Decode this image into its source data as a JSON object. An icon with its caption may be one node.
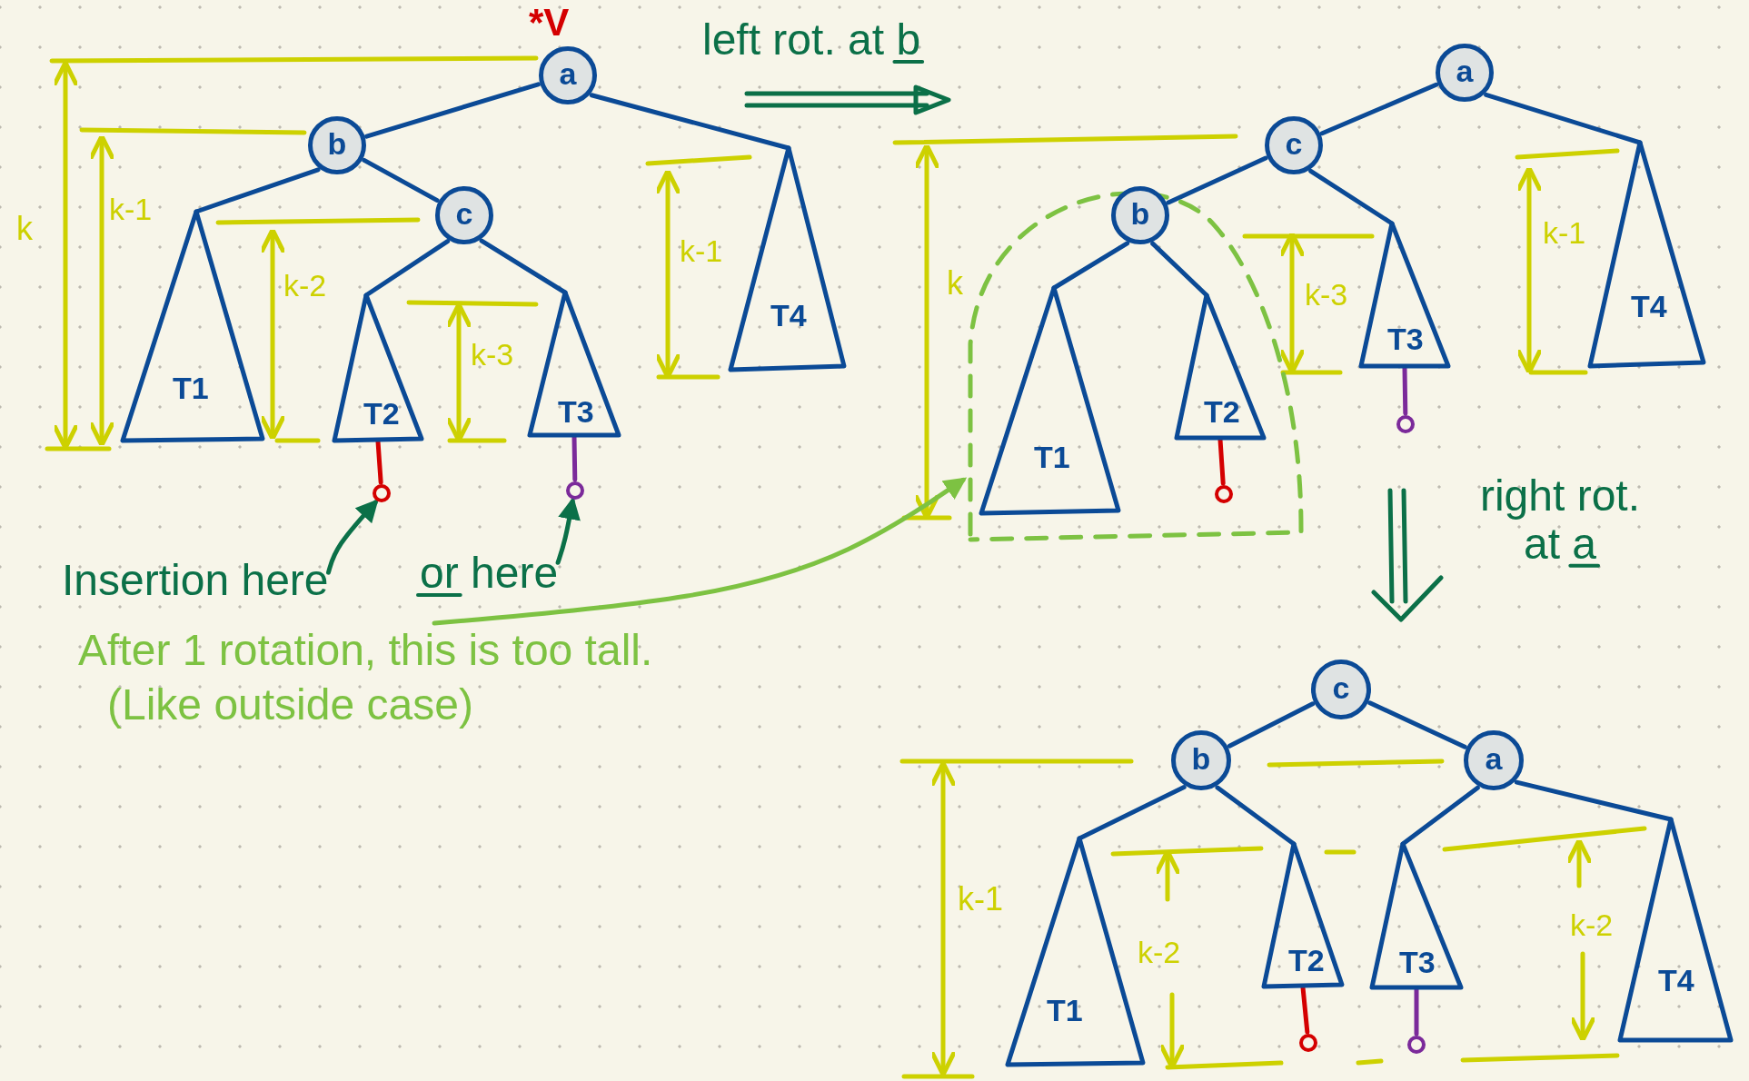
{
  "diagram": {
    "nodes": [
      {
        "text": [
          "a"
        ]
      },
      {
        "text": [
          "b"
        ]
      },
      {
        "text": [
          "c"
        ]
      },
      {
        "text": [
          "T1"
        ]
      },
      {
        "text": [
          "T2"
        ]
      },
      {
        "text": [
          "T3"
        ]
      },
      {
        "text": [
          "T4"
        ]
      },
      {
        "text": [],
        "shape": "circle"
      },
      {
        "text": [],
        "shape": "circle"
      },
      {
        "text": [
          "Insertion here"
        ]
      },
      {
        "text": [
          "or here"
        ]
      },
      {
        "text": [
          "After 1 rotation, this is too tall.",
          "(Like outside case)"
        ]
      },
      {
        "text": [
          "a"
        ]
      },
      {
        "text": [
          "c"
        ]
      },
      {
        "text": [],
        "shape": "box"
      },
      {
        "text": [
          "b"
        ],
        "in": 14
      },
      {
        "text": [
          "T1"
        ],
        "in": 14
      },
      {
        "text": [
          "T2"
        ],
        "in": 14
      },
      {
        "text": [
          "T3"
        ]
      },
      {
        "text": [
          "T4"
        ]
      },
      {
        "text": [],
        "shape": "circle",
        "in": 14
      },
      {
        "text": [],
        "shape": "circle"
      },
      {
        "text": [
          "c"
        ]
      },
      {
        "text": [
          "b"
        ]
      },
      {
        "text": [
          "a"
        ]
      },
      {
        "text": [
          "T1"
        ]
      },
      {
        "text": [
          "T2"
        ]
      },
      {
        "text": [
          "T3"
        ]
      },
      {
        "text": [
          "T4"
        ]
      },
      {
        "text": [],
        "shape": "circle"
      },
      {
        "text": [],
        "shape": "circle"
      }
    ],
    "edges": [
      {
        "from": 0,
        "to": 1,
        "arrow": "none"
      },
      {
        "from": 0,
        "to": 6,
        "arrow": "none"
      },
      {
        "from": 1,
        "to": 3,
        "arrow": "none"
      },
      {
        "from": 1,
        "to": 2,
        "arrow": "none"
      },
      {
        "from": 2,
        "to": 4,
        "arrow": "none"
      },
      {
        "from": 2,
        "to": 5,
        "arrow": "none"
      },
      {
        "from": 4,
        "to": 7,
        "arrow": "none",
        "color": "#d40000"
      },
      {
        "from": 5,
        "to": 8,
        "arrow": "none",
        "color": "#7b2a9a"
      },
      {
        "from": 9,
        "to": 7,
        "arrow": "to",
        "color": "#0b7048"
      },
      {
        "from": 10,
        "to": 8,
        "arrow": "to",
        "color": "#0b7048"
      },
      {
        "from": 11,
        "to": 14,
        "arrow": "to",
        "color": "#7dc242"
      },
      {
        "from": 12,
        "to": 13,
        "arrow": "none"
      },
      {
        "from": 12,
        "to": 19,
        "arrow": "none"
      },
      {
        "from": 13,
        "to": 15,
        "arrow": "none"
      },
      {
        "from": 13,
        "to": 18,
        "arrow": "none"
      },
      {
        "from": 15,
        "to": 16,
        "arrow": "none"
      },
      {
        "from": 15,
        "to": 17,
        "arrow": "none"
      },
      {
        "from": 17,
        "to": 20,
        "arrow": "none",
        "color": "#d40000"
      },
      {
        "from": 18,
        "to": 21,
        "arrow": "none",
        "color": "#7b2a9a"
      },
      {
        "from": 22,
        "to": 23,
        "arrow": "none"
      },
      {
        "from": 22,
        "to": 24,
        "arrow": "none"
      },
      {
        "from": 23,
        "to": 25,
        "arrow": "none"
      },
      {
        "from": 23,
        "to": 26,
        "arrow": "none"
      },
      {
        "from": 24,
        "to": 27,
        "arrow": "none"
      },
      {
        "from": 24,
        "to": 28,
        "arrow": "none"
      },
      {
        "from": 26,
        "to": 29,
        "arrow": "none",
        "color": "#d40000"
      },
      {
        "from": 27,
        "to": 30,
        "arrow": "none",
        "color": "#7b2a9a"
      }
    ],
    "labels": [
      "*V",
      "left rot. at b",
      "k",
      "k-1",
      "k-2",
      "k-3",
      "k-1",
      "k",
      "k-3",
      "k-1",
      "right rot. at a",
      "k-1",
      "k-2",
      "k-2"
    ]
  }
}
